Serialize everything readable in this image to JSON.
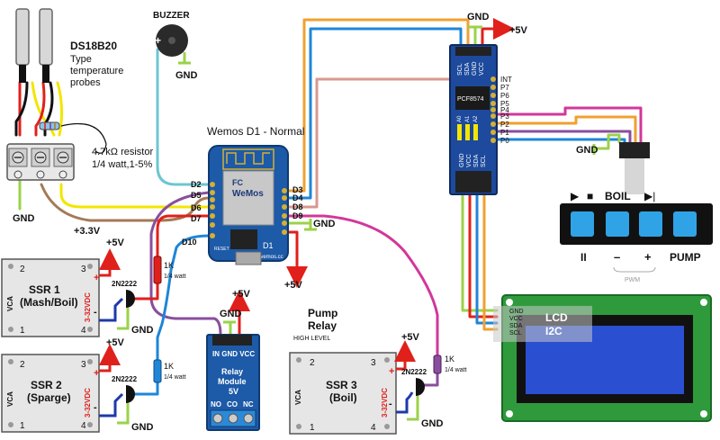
{
  "colors": {
    "wire_red": "#e0201b",
    "wire_yellow": "#f2e600",
    "wire_black": "#111111",
    "wire_cyan": "#6cc6d0",
    "wire_brown": "#a47a55",
    "wire_purple": "#8a4e9c",
    "wire_blue": "#1e86d8",
    "wire_green": "#9bd24a",
    "wire_magenta": "#d2379a",
    "wire_orange": "#f0a030",
    "wire_pink": "#d89890",
    "board_blue": "#1d5aa8",
    "pcb_green": "#2f9a3c",
    "lcd_blue": "#2a4fd0",
    "button_blue": "#2fa3e6",
    "ssr_grey": "#e6e6e6"
  },
  "probes": {
    "title": "DS18B20",
    "line1": "Type",
    "line2": "temperature",
    "line3": "probes"
  },
  "buzzer": {
    "label": "BUZZER",
    "gnd": "GND"
  },
  "resistor_note": {
    "line1": "4.7kΩ resistor",
    "line2": "1/4 watt,1-5%"
  },
  "terminal": {
    "gnd": "GND",
    "v33": "+3.3V"
  },
  "wemos": {
    "title": "Wemos D1 - Normal",
    "brand": "WeMos",
    "model": "D1",
    "site": "wemos.cc",
    "reset": "RESET",
    "pins_left": [
      "D2",
      "D5",
      "D6",
      "D7"
    ],
    "pin_d10": "D10",
    "pins_right": [
      "D3",
      "D4",
      "D8",
      "D9"
    ],
    "gnd": "GND",
    "v5": "+5V"
  },
  "pcf": {
    "chip": "PCF8574",
    "top_pins": [
      "SCL",
      "SDA",
      "GND",
      "VCC"
    ],
    "right_pins": [
      "INT",
      "P7",
      "P6",
      "P5",
      "P4",
      "P3",
      "P2",
      "P1",
      "P0"
    ],
    "addr": [
      "A0",
      "A1",
      "A2"
    ],
    "bottom_pins": [
      "GND",
      "VCC",
      "SDA",
      "SCL"
    ],
    "gnd": "GND",
    "v5": "+5V"
  },
  "buttons": {
    "play_symbol": "▶",
    "stop_symbol": "■",
    "boil": "BOIL",
    "skip_symbol": "▶|",
    "pause_symbol": "II",
    "minus": "–",
    "plus": "+",
    "pump": "PUMP",
    "pwm": "PWM",
    "gnd": "GND"
  },
  "ssr1": {
    "title1": "SSR 1",
    "title2": "(Mash/Boil)",
    "vca": "VCA",
    "dc": "3-32VDC",
    "pin1": "1",
    "pin2": "2",
    "pin3": "3",
    "pin4": "4",
    "plus": "+",
    "minus": "-",
    "transistor": "2N2222",
    "v5": "+5V",
    "gnd": "GND"
  },
  "ssr2": {
    "title1": "SSR 2",
    "title2": "(Sparge)",
    "vca": "VCA",
    "dc": "3-32VDC",
    "pin1": "1",
    "pin2": "2",
    "pin3": "3",
    "pin4": "4",
    "plus": "+",
    "minus": "-",
    "transistor": "2N2222",
    "v5": "+5V",
    "gnd": "GND"
  },
  "ssr3": {
    "title1": "SSR 3",
    "title2": "(Boil)",
    "vca": "VCA",
    "dc": "3-32VDC",
    "pin1": "1",
    "pin2": "2",
    "pin3": "3",
    "pin4": "4",
    "plus": "+",
    "minus": "-",
    "transistor": "2N2222",
    "v5": "+5V",
    "gnd": "GND"
  },
  "resistors_1k": {
    "value": "1K",
    "watt": "1/4 watt"
  },
  "relay": {
    "pins_top": "IN GND VCC",
    "label1": "Relay",
    "label2": "Module",
    "label3": "5V",
    "no": "NO",
    "co": "CO",
    "nc": "NC",
    "v5": "+5V",
    "gnd": "GND"
  },
  "pump_relay": {
    "line1": "Pump",
    "line2": "Relay",
    "line3": "HIGH LEVEL"
  },
  "lcd": {
    "title": "LCD",
    "subtitle": "I2C",
    "pins": [
      "GND",
      "VCC",
      "SDA",
      "SCL"
    ]
  }
}
